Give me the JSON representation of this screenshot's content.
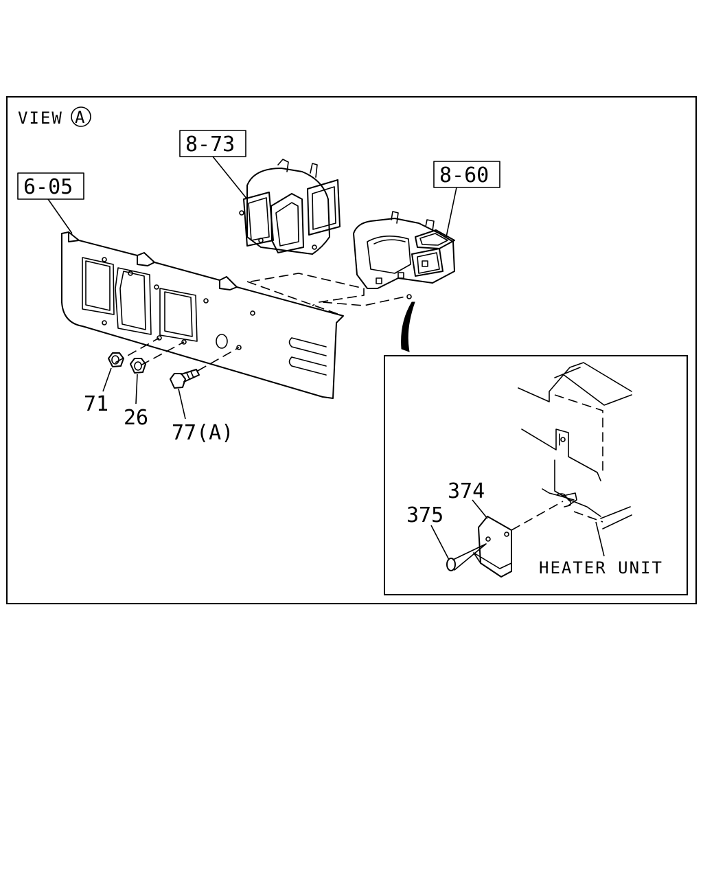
{
  "view": {
    "prefix": "VIEW",
    "letter": "A"
  },
  "refs": {
    "r_8_73": "8-73",
    "r_8_60": "8-60",
    "r_6_05": "6-05"
  },
  "parts": {
    "p71": "71",
    "p26": "26",
    "p77": "77(A)",
    "p374": "374",
    "p375": "375"
  },
  "inset": {
    "heater_unit": "HEATER UNIT"
  }
}
